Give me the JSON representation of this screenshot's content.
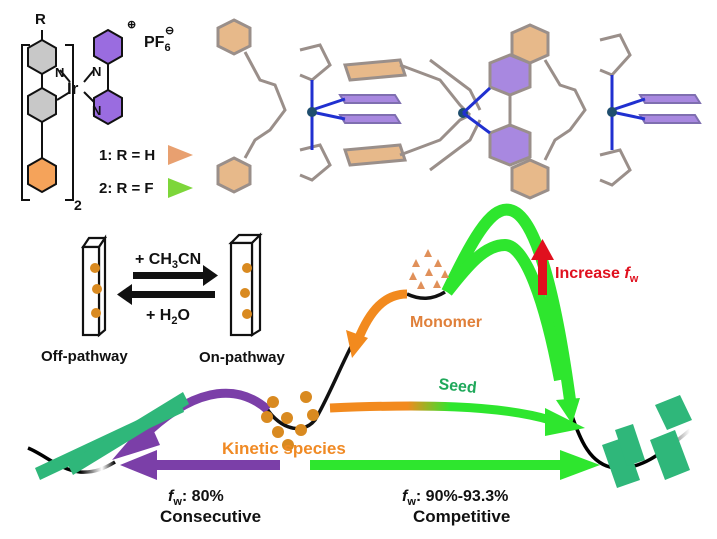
{
  "structure": {
    "substituent": "R",
    "metal": "Ir",
    "n_atom": "N",
    "charge_plus": "⊕",
    "counter_ion": "PF",
    "counter_ion_sub": "6",
    "counter_ion_charge": "⊖",
    "multiplier": "2",
    "compounds": [
      {
        "label": "1: R = H",
        "color": "#E8A070"
      },
      {
        "label": "2: R = F",
        "color": "#7DD63A"
      }
    ]
  },
  "crystal": {
    "orange_ring_color": "#E7B98A",
    "purple_ring_color": "#A888E0",
    "metal_color": "#1F4E6E",
    "nitrogen_color": "#2030D0"
  },
  "solvent": {
    "forward": "+ CH",
    "forward_sub": "3",
    "forward_tail": "CN",
    "backward": "+ H",
    "backward_sub": "2",
    "backward_tail": "O",
    "off_label": "Off-pathway",
    "on_label": "On-pathway"
  },
  "energy": {
    "monomer": "Monomer",
    "kinetic": "Kinetic species",
    "seed": "Seed",
    "increase": "Increase ",
    "increase_f": "f",
    "increase_sub": "w",
    "left_fw": "f",
    "left_fw_sub": "w",
    "left_value": ": 80%",
    "left_mode": "Consecutive",
    "right_fw": "f",
    "right_fw_sub": "w",
    "right_value": ": 90%-93.3%",
    "right_mode": "Competitive",
    "colors": {
      "orange": "#F28A1E",
      "green": "#2EE62E",
      "purple": "#7B3FA8",
      "red": "#E0101E",
      "teal": "#2FB77A",
      "seed_text": "#1FA85A",
      "kinetic_text": "#F08A24",
      "monomer_text": "#E0803A"
    }
  }
}
